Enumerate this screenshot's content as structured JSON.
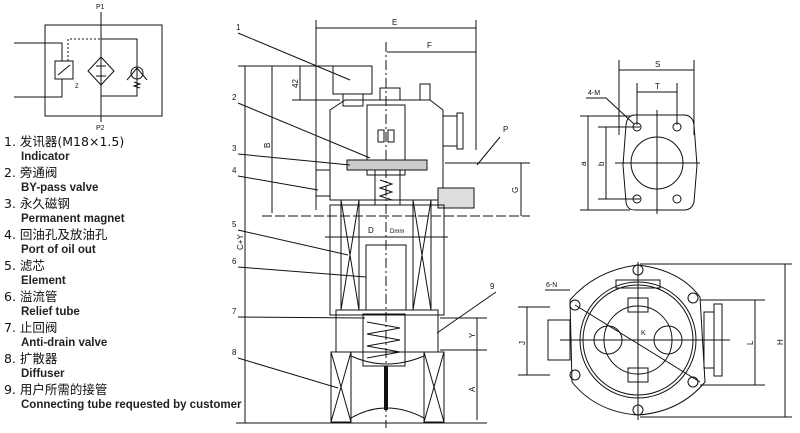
{
  "schematic": {
    "port_in": "P1",
    "port_out": "P2",
    "switch_label": "Z"
  },
  "legend": [
    {
      "zh": "1. 发讯器(M18×1.5)",
      "en": "Indicator"
    },
    {
      "zh": "2. 旁通阀",
      "en": "BY-pass valve"
    },
    {
      "zh": "3. 永久磁钢",
      "en": "Permanent magnet"
    },
    {
      "zh": "4. 回油孔及放油孔",
      "en": "Port of oil out"
    },
    {
      "zh": "5. 滤芯",
      "en": "Element"
    },
    {
      "zh": "6. 溢流管",
      "en": "Relief tube"
    },
    {
      "zh": "7. 止回阀",
      "en": "Anti-drain valve"
    },
    {
      "zh": "8. 扩散器",
      "en": "Diffuser"
    },
    {
      "zh": "9. 用户所需的接管",
      "en": "Connecting tube requested by customer"
    }
  ],
  "callouts": [
    "1",
    "2",
    "3",
    "4",
    "5",
    "6",
    "7",
    "8",
    "9"
  ],
  "dimensions": {
    "E": "E",
    "F": "F",
    "h42": "42",
    "B": "B",
    "CY": "C+Y",
    "D": "D",
    "dmm": "Dmm",
    "P": "P",
    "G": "G",
    "Y": "Y",
    "A": "A",
    "S": "S",
    "T": "T",
    "M": "4-M",
    "a": "a",
    "b": "b",
    "N": "6-N",
    "J": "J",
    "K": "K",
    "L": "L",
    "H": "H"
  },
  "colors": {
    "line": "#111111",
    "watermark": "#e8e8e8"
  }
}
